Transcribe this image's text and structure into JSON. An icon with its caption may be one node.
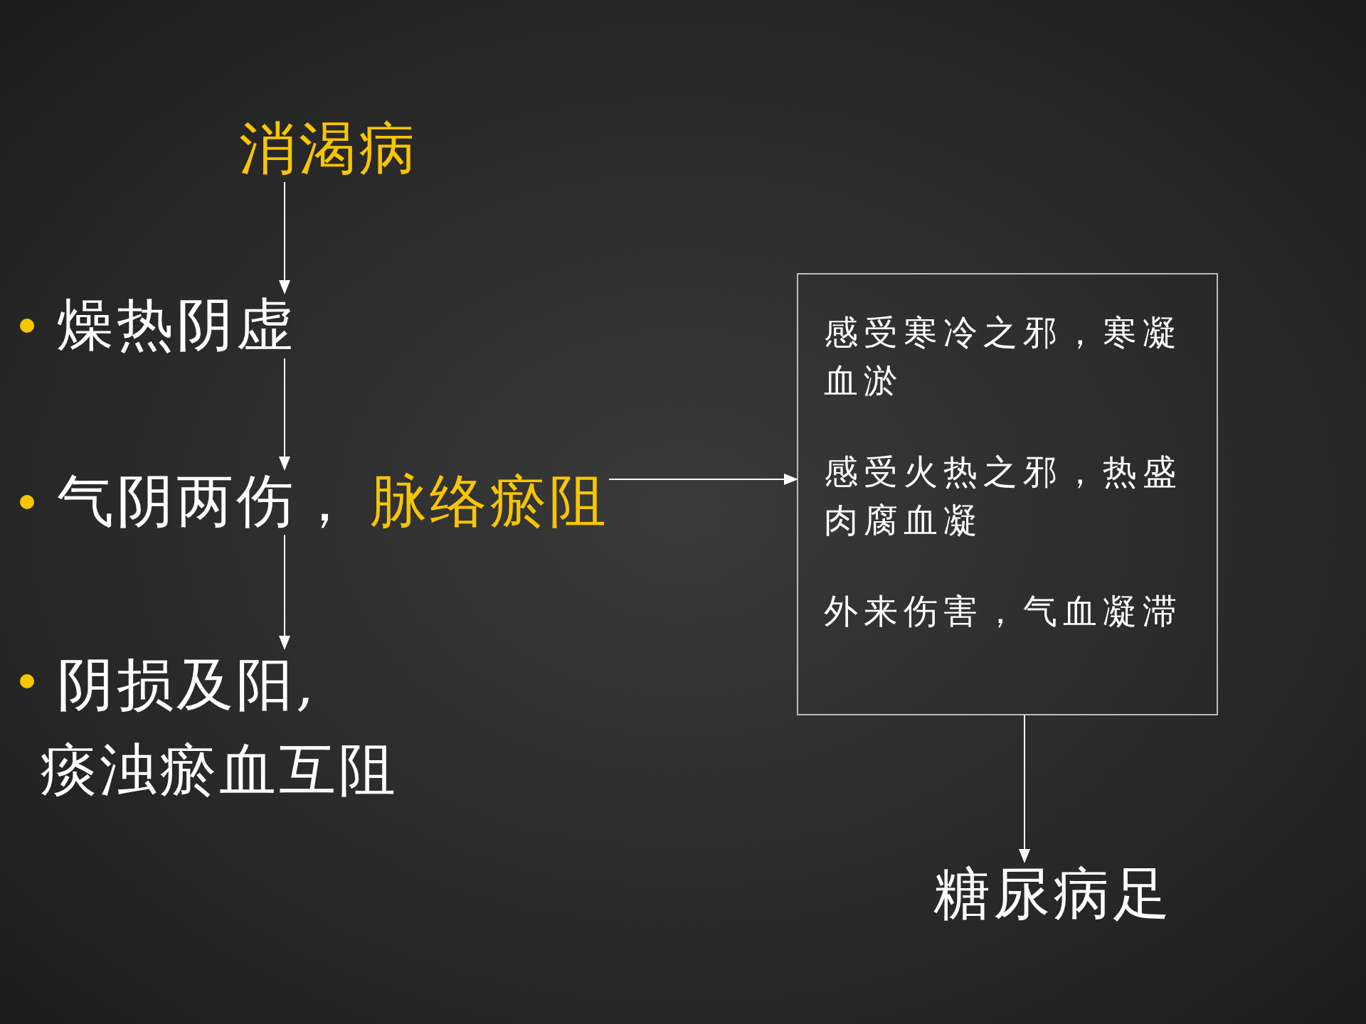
{
  "diagram": {
    "nodes": [
      {
        "text": [
          "消渴病"
        ]
      },
      {
        "text": [
          "燥热阴虚"
        ]
      },
      {
        "text": [
          "气阴两伤，",
          "脉络瘀阻"
        ]
      },
      {
        "text": [
          "阴损及阳,",
          "痰浊瘀血互阻"
        ]
      },
      {
        "text": [
          "感受寒冷之邪，寒凝血淤",
          "感受火热之邪，热盛肉腐血凝",
          "外来伤害，气血凝滞"
        ]
      },
      {
        "text": [
          "糖尿病足"
        ]
      }
    ],
    "edges": [
      {
        "from": 0,
        "to": 1,
        "arrow": "to"
      },
      {
        "from": 1,
        "to": 2,
        "arrow": "to"
      },
      {
        "from": 2,
        "to": 3,
        "arrow": "to"
      },
      {
        "from": 2,
        "to": 4,
        "arrow": "to"
      },
      {
        "from": 4,
        "to": 5,
        "arrow": "to"
      }
    ]
  }
}
